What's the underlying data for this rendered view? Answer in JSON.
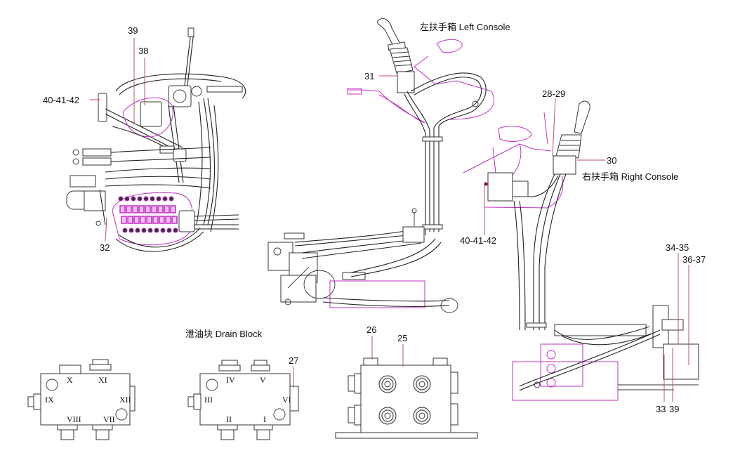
{
  "diagram": {
    "type": "hydraulic-piping-assembly",
    "sections": {
      "left_console": {
        "title": "左扶手箱  Left Console"
      },
      "right_console": {
        "title": "右扶手箱   Right Console"
      },
      "drain_block": {
        "title": "泄油块   Drain Block"
      }
    },
    "callouts": {
      "c39_top": "39",
      "c38": "38",
      "c40_41_42_left": "40-41-42",
      "c32": "32",
      "c31": "31",
      "c28_29": "28-29",
      "c30": "30",
      "c40_41_42_right": "40-41-42",
      "c34_35": "34-35",
      "c36_37": "36-37",
      "c33": "33",
      "c39_bottom": "39",
      "c26": "26",
      "c25": "25",
      "c27": "27"
    },
    "drain_block_left_ports": {
      "top_left": "X",
      "top_right": "XI",
      "left": "IX",
      "right": "XII",
      "bottom_left": "VIII",
      "bottom_right": "VII"
    },
    "drain_block_right_ports": {
      "top_left": "IV",
      "top_right": "V",
      "left": "III",
      "right": "VI",
      "bottom_left": "II",
      "bottom_right": "I"
    },
    "colors": {
      "line": "#222222",
      "highlight": "#c030c0",
      "leader": "#c05060"
    }
  }
}
